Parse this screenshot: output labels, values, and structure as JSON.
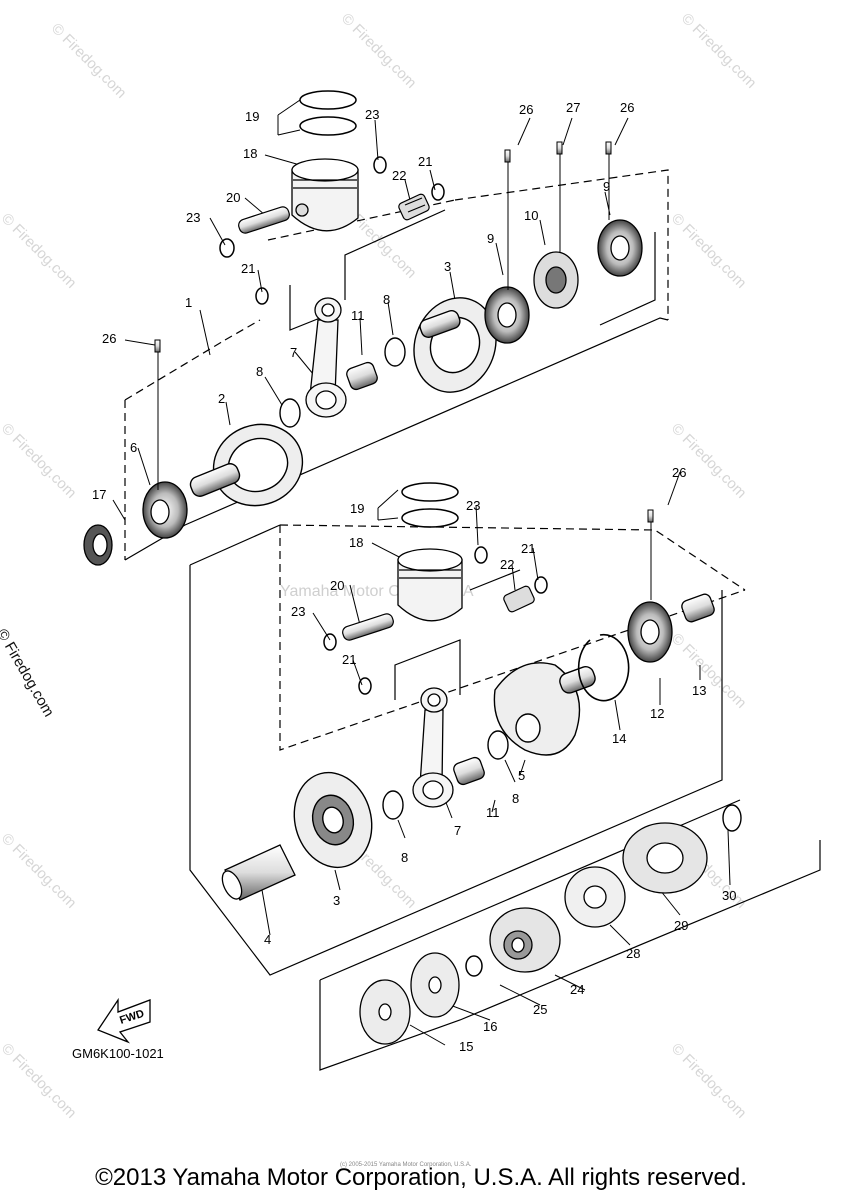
{
  "watermark": {
    "text": "© Firedog.com",
    "side_text": "© Firedog.com",
    "center_text": "Yamaha Motor Corp, U.S.A"
  },
  "diagram_code": "GM6K100-1021",
  "fwd_label": "FWD",
  "tiny_note": "(c) 2005-2015 Yamaha Motor Corporation, U.S.A.",
  "footer": "©2013 Yamaha Motor Corporation, U.S.A. All rights reserved.",
  "labels": {
    "c1": "1",
    "c2": "2",
    "c3a": "3",
    "c3b": "3",
    "c4": "4",
    "c5": "5",
    "c6": "6",
    "c7a": "7",
    "c7b": "7",
    "c8a": "8",
    "c8b": "8",
    "c8c": "8",
    "c8d": "8",
    "c9a": "9",
    "c9b": "9",
    "c10": "10",
    "c11a": "11",
    "c11b": "11",
    "c12": "12",
    "c13": "13",
    "c14": "14",
    "c15": "15",
    "c16": "16",
    "c17": "17",
    "c18a": "18",
    "c18b": "18",
    "c19a": "19",
    "c19b": "19",
    "c20a": "20",
    "c20b": "20",
    "c21a": "21",
    "c21b": "21",
    "c21c": "21",
    "c21d": "21",
    "c22a": "22",
    "c22b": "22",
    "c23a": "23",
    "c23b": "23",
    "c23c": "23",
    "c23d": "23",
    "c24": "24",
    "c25": "25",
    "c26a": "26",
    "c26b": "26",
    "c26c": "26",
    "c26d": "26",
    "c27": "27",
    "c28": "28",
    "c29": "29",
    "c30": "30"
  }
}
